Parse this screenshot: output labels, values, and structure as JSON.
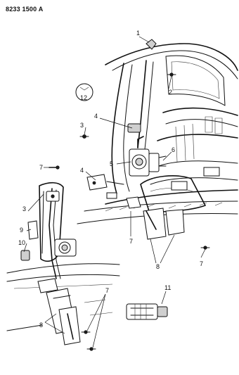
{
  "document_id": "8233 1500 A",
  "callouts": {
    "c1": "1",
    "c2": "2",
    "c3a": "3",
    "c3b": "3",
    "c4a": "4",
    "c4b": "4",
    "c5": "5",
    "c6": "6",
    "c7a": "7",
    "c7b": "7",
    "c7c": "7",
    "c7d": "7",
    "c8a": "8",
    "c8b": "8",
    "c9": "9",
    "c10": "10",
    "c11": "11",
    "c12": "12"
  }
}
